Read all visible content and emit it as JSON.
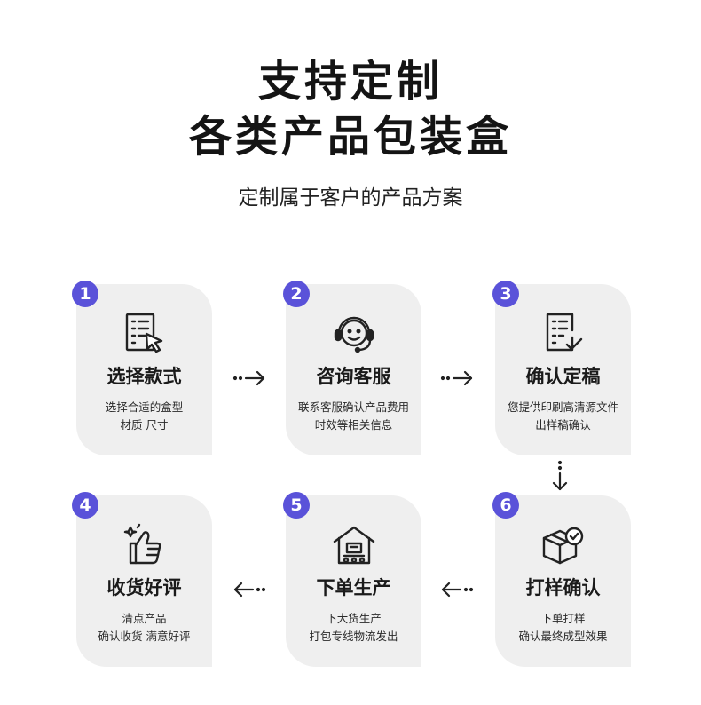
{
  "header": {
    "title_line1": "支持定制",
    "title_line2": "各类产品包装盒",
    "subtitle": "定制属于客户的产品方案"
  },
  "accent_color": "#5a52d9",
  "steps": [
    {
      "number": "1",
      "title": "选择款式",
      "desc_line1": "选择合适的盒型",
      "desc_line2": "材质 尺寸",
      "icon": "checklist-cursor-icon"
    },
    {
      "number": "2",
      "title": "咨询客服",
      "desc_line1": "联系客服确认产品费用",
      "desc_line2": "时效等相关信息",
      "icon": "customer-service-headset-icon"
    },
    {
      "number": "3",
      "title": "确认定稿",
      "desc_line1": "您提供印刷高清源文件",
      "desc_line2": "出样稿确认",
      "icon": "document-check-icon"
    },
    {
      "number": "4",
      "title": "收货好评",
      "desc_line1": "清点产品",
      "desc_line2": "确认收货 满意好评",
      "icon": "thumbs-up-icon"
    },
    {
      "number": "5",
      "title": "下单生产",
      "desc_line1": "下大货生产",
      "desc_line2": "打包专线物流发出",
      "icon": "factory-icon"
    },
    {
      "number": "6",
      "title": "打样确认",
      "desc_line1": "下单打样",
      "desc_line2": "确认最终成型效果",
      "icon": "box-check-icon"
    }
  ]
}
